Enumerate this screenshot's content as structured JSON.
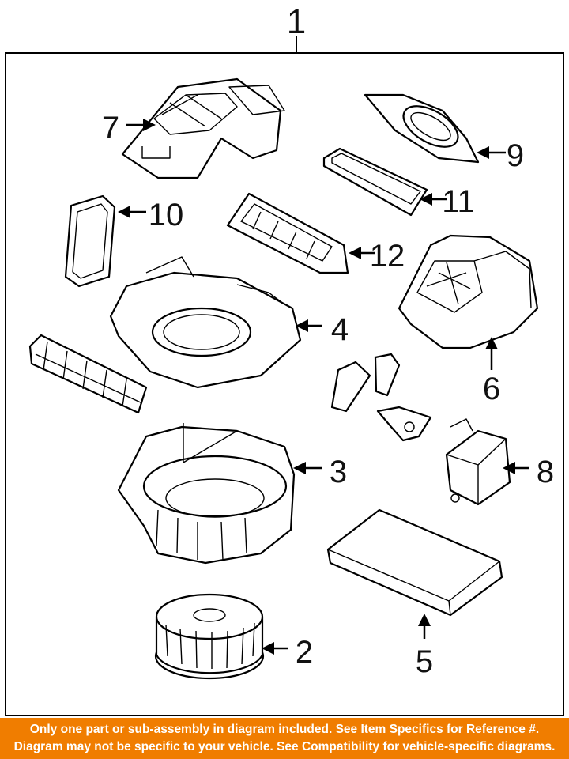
{
  "diagram": {
    "callouts": {
      "c1": "1",
      "c2": "2",
      "c3": "3",
      "c4": "4",
      "c5": "5",
      "c6": "6",
      "c7": "7",
      "c8": "8",
      "c9": "9",
      "c10": "10",
      "c11": "11",
      "c12": "12"
    }
  },
  "banner": {
    "line1": "Only one part or sub-assembly in diagram included. See Item Specifics for Reference #.",
    "line2": "Diagram may not be specific to your vehicle. See Compatibility for vehicle-specific diagrams.",
    "background_color": "#f07d00",
    "text_color": "#ffffff"
  }
}
